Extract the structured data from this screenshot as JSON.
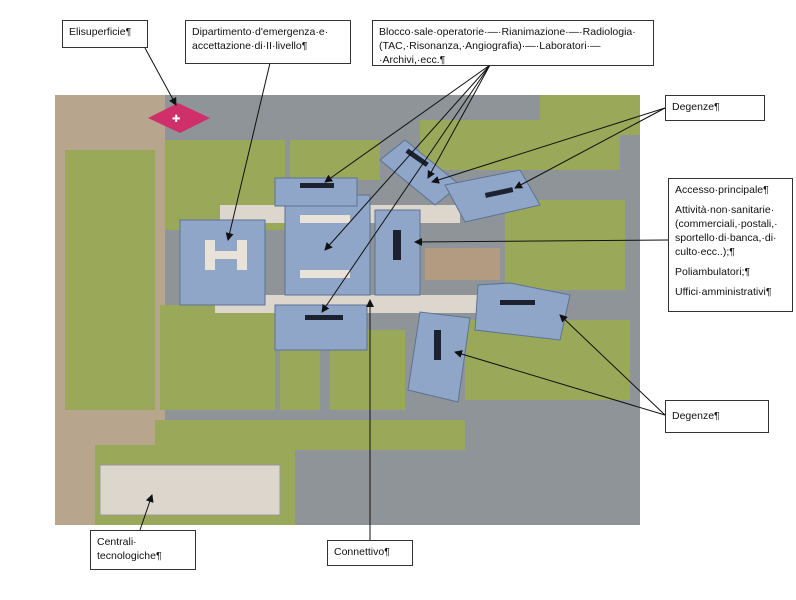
{
  "labels": {
    "heliport": "Elisuperficie¶",
    "emergency": "Dipartimento·d'emergenza·e· accettazione·di·II·livello¶",
    "surgery": "Blocco·sale·operatorie·—·Rianimazione·—·Radiologia· (TAC,·Risonanza,·Angiografia)·—·Laboratori·—·Archivi,·ecc.¶",
    "wards_top": "Degenze¶",
    "access": {
      "main": "Accesso·principale¶",
      "non_health": "Attività·non·sanitarie· (commerciali,·postali,· sportello·di·banca,·di· culto·ecc..);¶",
      "outpatient": "Poliambulatori;¶",
      "offices": "Uffici·amministrativi¶"
    },
    "wards_bottom": "Degenze¶",
    "tech": "Centrali· tecnologiche¶",
    "connective": "Connettivo¶"
  },
  "colors": {
    "grass": "#9aa85a",
    "road": "#8e9497",
    "building": "#8fa6c8",
    "roof": "#dcd6cc",
    "heliport": "#d0306a"
  }
}
